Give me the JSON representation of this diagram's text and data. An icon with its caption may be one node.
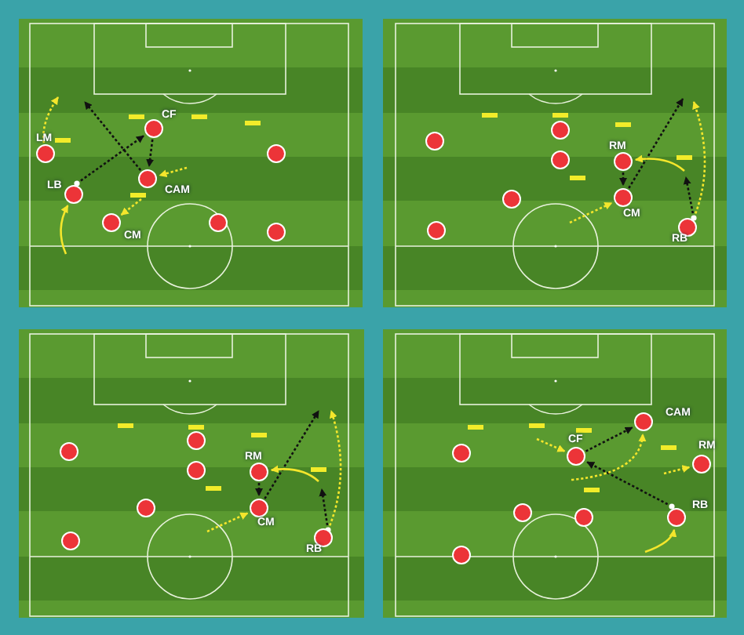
{
  "diagram": {
    "nodes": [
      {
        "text": [
          "CF"
        ]
      },
      {
        "text": [
          "LM"
        ]
      },
      {
        "text": [],
        "shape": "circle"
      },
      {
        "text": [
          "CAM"
        ]
      },
      {
        "text": [
          "LB"
        ]
      },
      {
        "text": [
          "CM"
        ]
      },
      {
        "text": [],
        "shape": "circle"
      },
      {
        "text": [],
        "shape": "circle"
      },
      {
        "text": [],
        "shape": "circle"
      },
      {
        "text": [],
        "shape": "circle"
      },
      {
        "text": [],
        "shape": "circle"
      },
      {
        "text": [
          "RM"
        ]
      },
      {
        "text": [
          "CM"
        ]
      },
      {
        "text": [],
        "shape": "circle"
      },
      {
        "text": [
          "RB"
        ]
      },
      {
        "text": [],
        "shape": "circle"
      },
      {
        "text": [],
        "shape": "circle"
      },
      {
        "text": [],
        "shape": "circle"
      },
      {
        "text": [],
        "shape": "circle"
      },
      {
        "text": [
          "RM"
        ]
      },
      {
        "text": [],
        "shape": "circle"
      },
      {
        "text": [
          "CM"
        ]
      },
      {
        "text": [
          "RB"
        ]
      },
      {
        "text": [],
        "shape": "circle"
      },
      {
        "text": [
          "CAM"
        ]
      },
      {
        "text": [],
        "shape": "circle"
      },
      {
        "text": [
          "CF"
        ]
      },
      {
        "text": [
          "RM"
        ]
      },
      {
        "text": [],
        "shape": "circle"
      },
      {
        "text": [],
        "shape": "circle"
      },
      {
        "text": [
          "RB"
        ]
      },
      {
        "text": [],
        "shape": "circle"
      }
    ],
    "edges": [
      {
        "from": 1,
        "to": null,
        "arrow": "to",
        "style": "dashed"
      },
      {
        "from": 3,
        "to": null,
        "arrow": "to",
        "style": "dashed",
        "color": "#111111"
      },
      {
        "from": 4,
        "to": 0,
        "arrow": "to",
        "style": "dashed",
        "color": "#111111"
      },
      {
        "from": 0,
        "to": 3,
        "arrow": "to",
        "style": "dashed",
        "color": "#111111"
      },
      {
        "from": null,
        "to": 3,
        "arrow": "to",
        "style": "dashed"
      },
      {
        "from": 3,
        "to": 5,
        "arrow": "to",
        "style": "dashed"
      },
      {
        "from": null,
        "to": 4,
        "arrow": "to"
      },
      {
        "from": 11,
        "to": 12,
        "arrow": "to",
        "style": "dashed",
        "color": "#111111"
      },
      {
        "from": 12,
        "to": null,
        "arrow": "to",
        "style": "dashed",
        "color": "#111111"
      },
      {
        "from": null,
        "to": 11,
        "arrow": "to"
      },
      {
        "from": 14,
        "to": null,
        "arrow": "to",
        "style": "dashed",
        "color": "#111111"
      },
      {
        "from": 14,
        "to": null,
        "arrow": "to",
        "style": "dashed"
      },
      {
        "from": null,
        "to": 12,
        "arrow": "to",
        "style": "dashed"
      },
      {
        "from": 19,
        "to": 21,
        "arrow": "to",
        "style": "dashed",
        "color": "#111111"
      },
      {
        "from": 21,
        "to": null,
        "arrow": "to",
        "style": "dashed",
        "color": "#111111"
      },
      {
        "from": null,
        "to": 19,
        "arrow": "to"
      },
      {
        "from": 22,
        "to": null,
        "arrow": "to",
        "style": "dashed",
        "color": "#111111"
      },
      {
        "from": 22,
        "to": null,
        "arrow": "to",
        "style": "dashed"
      },
      {
        "from": null,
        "to": 21,
        "arrow": "to",
        "style": "dashed"
      },
      {
        "from": null,
        "to": 26,
        "arrow": "to",
        "style": "dashed"
      },
      {
        "from": 26,
        "to": 24,
        "arrow": "to",
        "style": "dashed",
        "color": "#111111"
      },
      {
        "from": 30,
        "to": 26,
        "arrow": "to",
        "style": "dashed",
        "color": "#111111"
      },
      {
        "from": 26,
        "to": 24,
        "arrow": "to",
        "style": "dashed"
      },
      {
        "from": null,
        "to": 27,
        "arrow": "to",
        "style": "dashed"
      },
      {
        "from": null,
        "to": 30,
        "arrow": "to"
      }
    ]
  }
}
